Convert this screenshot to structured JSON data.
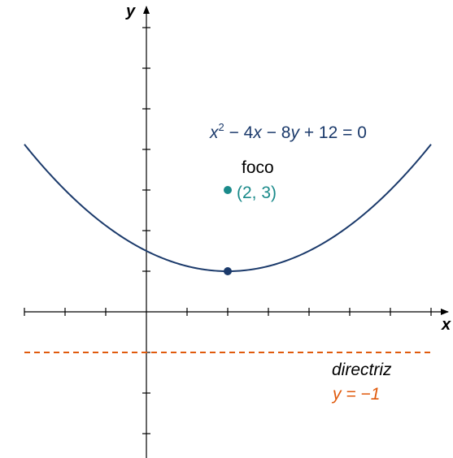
{
  "chart_data": {
    "type": "line",
    "title": "",
    "xlabel": "x",
    "ylabel": "y",
    "xlim": [
      -3.0,
      7.4
    ],
    "ylim": [
      -3.6,
      7.5
    ],
    "x_ticks": [
      -3,
      -2,
      -1,
      1,
      2,
      3,
      4,
      5,
      6,
      7
    ],
    "y_ticks": [
      -3,
      -2,
      -1,
      1,
      2,
      3,
      4,
      5,
      6,
      7
    ],
    "series": [
      {
        "equation": {
          "lhs_pre": "x",
          "exp": "2",
          "mid1": " − 4",
          "xvar": "x",
          "mid2": " − 8",
          "yvar": "y",
          "rhs": " + 12 = 0"
        },
        "x_range": [
          -3,
          7
        ],
        "color": "#1b3a6b"
      }
    ],
    "vertex": {
      "x": 2,
      "y": 1,
      "color": "#1b3a6b"
    },
    "focus": {
      "x": 2,
      "y": 3,
      "label": "foco",
      "coord_text": "(2, 3)",
      "color": "#1a8a8a"
    },
    "directrix": {
      "y": -1,
      "label": "directriz",
      "equation_text": "y = −1",
      "color": "#e05a0c",
      "x_range": [
        -3,
        7
      ]
    }
  }
}
